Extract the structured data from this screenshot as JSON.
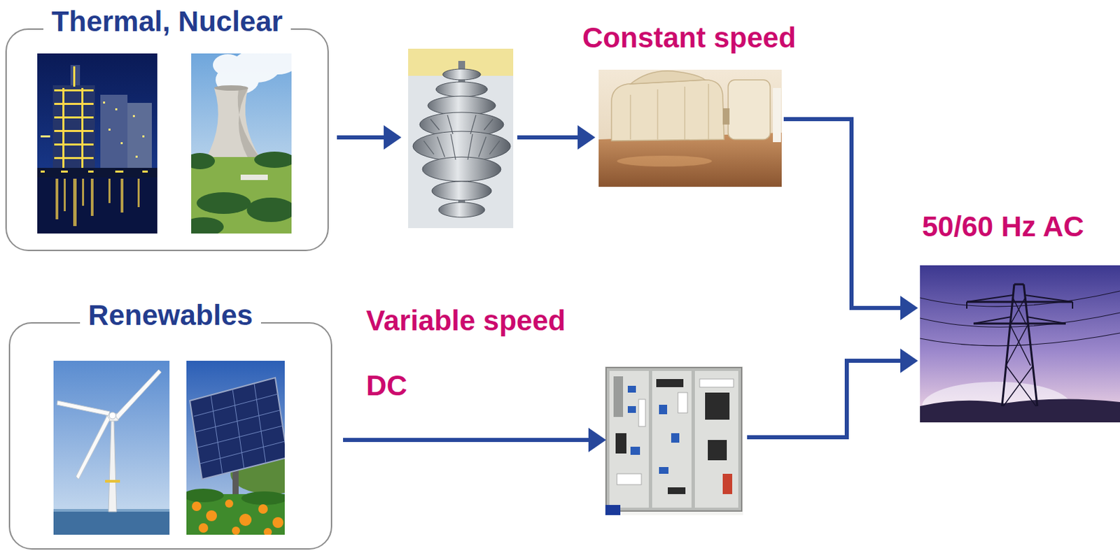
{
  "diagram": {
    "nodes": [
      {
        "text": [
          "Thermal, Nuclear"
        ]
      },
      {
        "text": [
          "Renewables"
        ]
      }
    ],
    "labels": [
      "Constant speed",
      "50/60 Hz AC",
      "Variable speed",
      "DC"
    ]
  }
}
